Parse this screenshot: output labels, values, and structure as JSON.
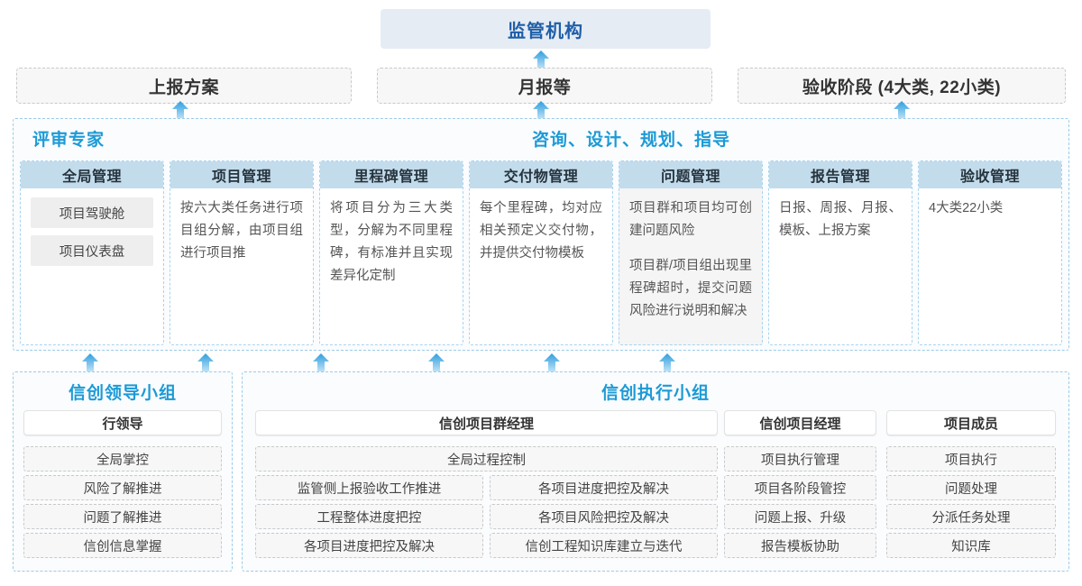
{
  "top": {
    "regulator": "监管机构",
    "boxes": [
      "上报方案",
      "月报等",
      "验收阶段 (4大类, 22小类)"
    ]
  },
  "middle": {
    "title_left": "评审专家",
    "title_right": "咨询、设计、规划、指导",
    "columns": [
      {
        "header": "全局管理",
        "chips": [
          "项目驾驶舱",
          "项目仪表盘"
        ],
        "paragraphs": []
      },
      {
        "header": "项目管理",
        "chips": [],
        "paragraphs": [
          "按六大类任务进行项目组分解，由项目组进行项目推"
        ]
      },
      {
        "header": "里程碑管理",
        "chips": [],
        "paragraphs": [
          "将项目分为三大类型，分解为不同里程碑，有标准并且实现差异化定制"
        ]
      },
      {
        "header": "交付物管理",
        "chips": [],
        "paragraphs": [
          "每个里程碑，均对应相关预定义交付物，并提供交付物模板"
        ]
      },
      {
        "header": "问题管理",
        "chips": [],
        "paragraphs": [
          "项目群和项目均可创建问题风险",
          "项目群/项目组出现里程碑超时，提交问题风险进行说明和解决"
        ]
      },
      {
        "header": "报告管理",
        "chips": [],
        "paragraphs": [
          "日报、周报、月报、模板、上报方案"
        ]
      },
      {
        "header": "验收管理",
        "chips": [],
        "paragraphs": [
          "4大类22小类"
        ]
      }
    ]
  },
  "bottom": {
    "left": {
      "title": "信创领导小组",
      "role": "行领导",
      "items": [
        "全局掌控",
        "风险了解推进",
        "问题了解推进",
        "信创信息掌握"
      ]
    },
    "right": {
      "title": "信创执行小组",
      "groups": [
        {
          "role": "信创项目群经理",
          "full_width_item": "全局过程控制",
          "col_a": [
            "监管侧上报验收工作推进",
            "工程整体进度把控",
            "各项目进度把控及解决"
          ],
          "col_b": [
            "各项目进度把控及解决",
            "各项目风险把控及解决",
            "信创工程知识库建立与迭代"
          ]
        },
        {
          "role": "信创项目经理",
          "items": [
            "项目执行管理",
            "项目各阶段管控",
            "问题上报、升级",
            "报告模板协助"
          ]
        },
        {
          "role": "项目成员",
          "items": [
            "项目执行",
            "问题处理",
            "分派任务处理",
            "知识库"
          ]
        }
      ]
    }
  },
  "arrows": {
    "icon_name": "arrow-up-icon",
    "color_top": "#2f9ede",
    "color_bottom": "#bde2f7",
    "row_to_regulator_x": [
      600
    ],
    "row_to_topboxes_x": [
      200,
      600,
      1000
    ],
    "mid_to_topboxes_x": [
      100,
      228,
      356,
      484,
      612,
      740
    ]
  },
  "colors": {
    "accent_blue": "#1c9ad6",
    "title_blue": "#1f5fa8",
    "header_blue": "#c3dcec",
    "panel_border": "#9ccbe8",
    "chip_gray": "#eeeeee",
    "box_gray": "#f7f7f7"
  }
}
